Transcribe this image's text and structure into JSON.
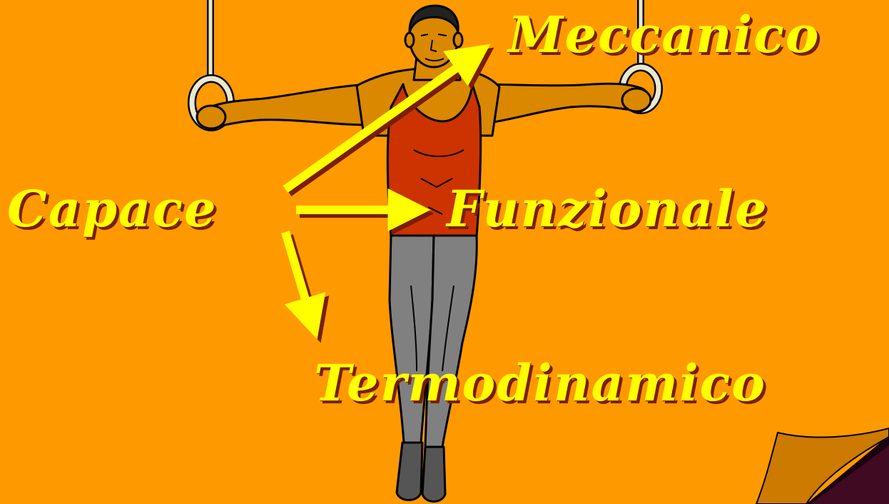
{
  "slide": {
    "background_color": "#ff9900",
    "words": {
      "meccanico": "Meccanico",
      "capace": "Capace",
      "funzionale": "Funzionale",
      "termodinamico": "Termodinamico"
    },
    "text_color": "#ffff00",
    "shadow_color": "#7a1e00",
    "arrow_color": "#ffff00",
    "illustration": "gymnast-on-rings",
    "corner": "page-curl-icon"
  }
}
